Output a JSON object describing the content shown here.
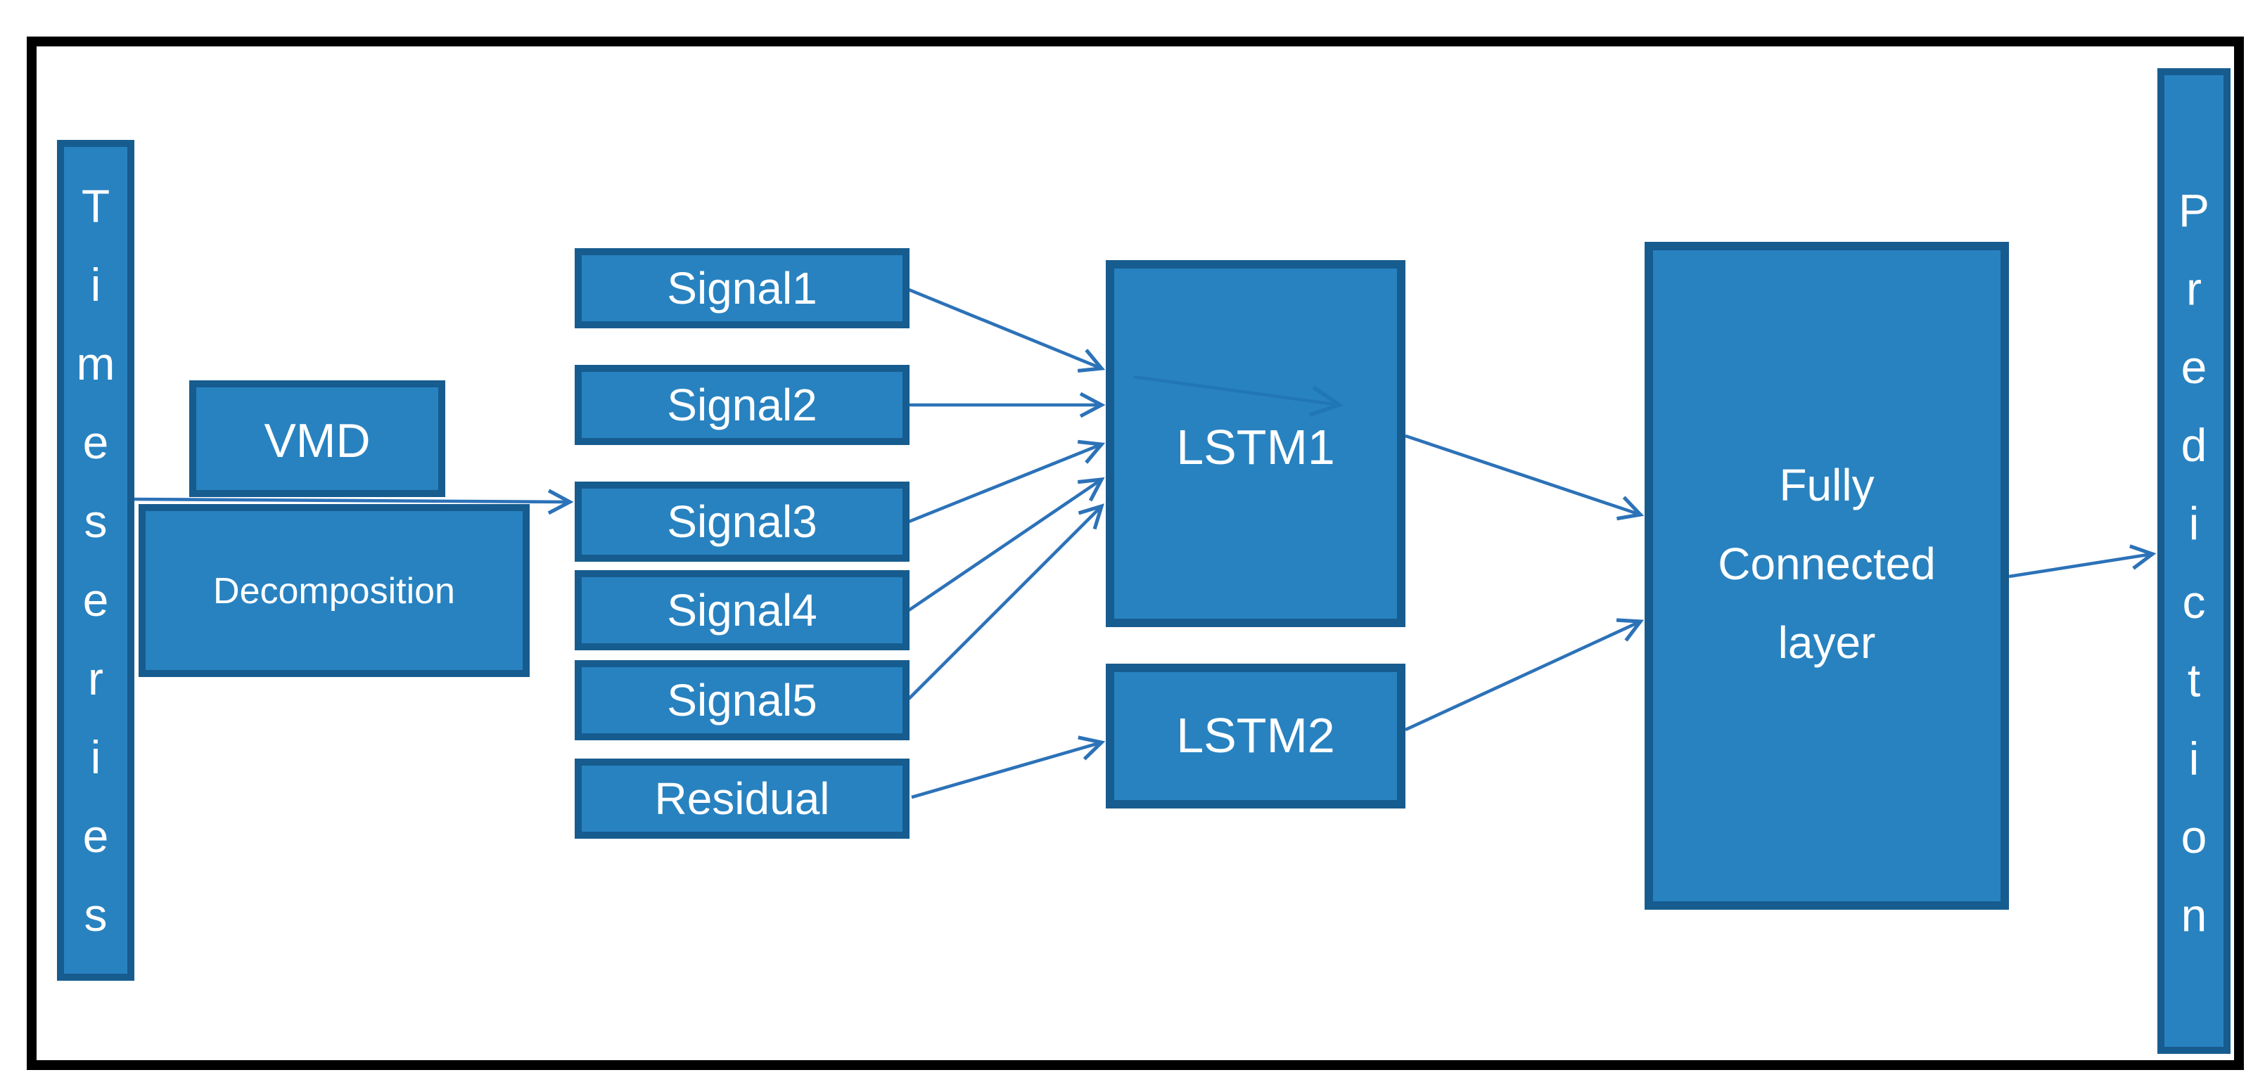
{
  "diagram": {
    "nodes": {
      "timeseries": "Timeseries",
      "vmd": "VMD",
      "decomposition": "Decomposition",
      "signal1": "Signal1",
      "signal2": "Signal2",
      "signal3": "Signal3",
      "signal4": "Signal4",
      "signal5": "Signal5",
      "residual": "Residual",
      "lstm1": "LSTM1",
      "lstm2": "LSTM2",
      "fully_connected_lines": [
        "Fully",
        "Connected",
        "layer"
      ],
      "prediction": "Prediction"
    },
    "colors": {
      "nodeFill": "#2882C0",
      "nodeBorder": "#175C8F",
      "arrow": "#2C72B8",
      "ghostArrow": "#1D6DAE",
      "canvasBorder": "#000000",
      "background": "#FFFFFF",
      "text": "#FFFFFF"
    }
  }
}
